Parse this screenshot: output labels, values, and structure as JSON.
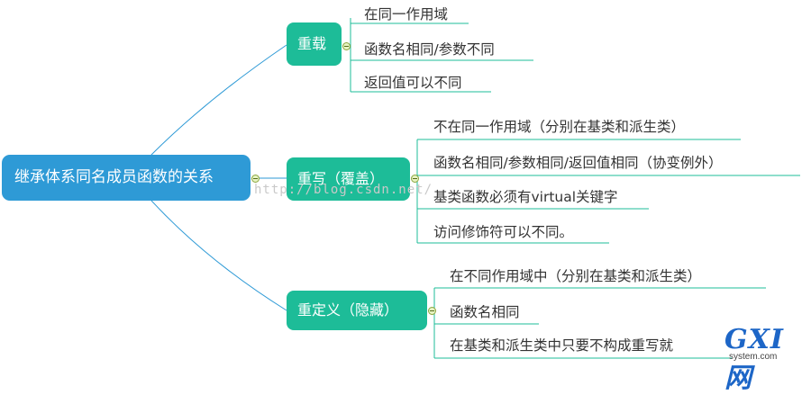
{
  "root": {
    "label": "继承体系同名成员函数的关系"
  },
  "branches": [
    {
      "label": "重载",
      "leaves": [
        "在同一作用域",
        "函数名相同/参数不同",
        "返回值可以不同"
      ]
    },
    {
      "label": "重写（覆盖）",
      "leaves": [
        "不在同一作用域（分别在基类和派生类）",
        "函数名相同/参数相同/返回值相同（协变例外）",
        "基类函数必须有virtual关键字",
        "访问修饰符可以不同。"
      ]
    },
    {
      "label": "重定义（隐藏）",
      "leaves": [
        "在不同作用域中（分别在基类和派生类）",
        "函数名相同",
        "在基类和派生类中只要不构成重写就"
      ]
    }
  ],
  "watermark": "http://blog.csdn.net/",
  "logo": {
    "main": "GXI网",
    "sub": "system.com"
  },
  "colors": {
    "root": "#2e9ad6",
    "branch": "#1dbc98",
    "connector_root": "#2e9ad6",
    "connector_leaf": "#1dbc98"
  }
}
